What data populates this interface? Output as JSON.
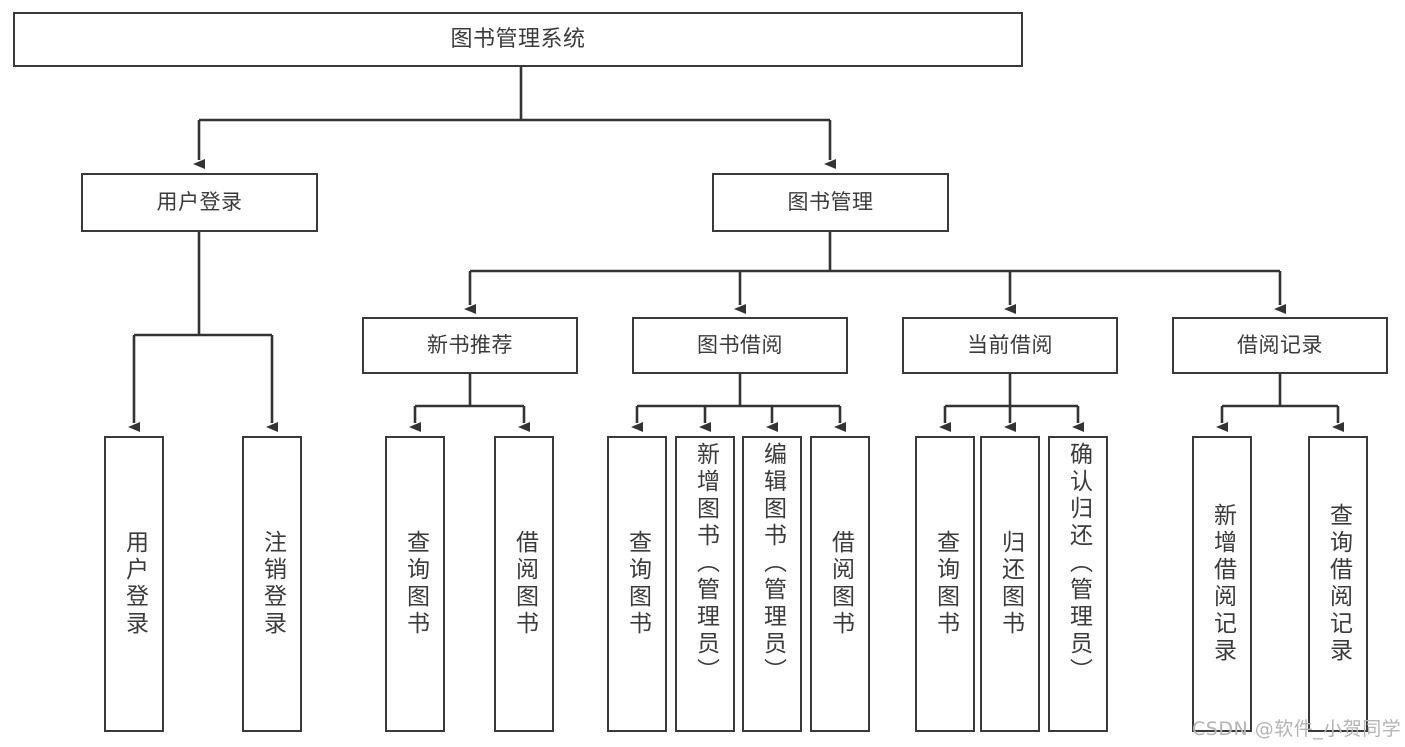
{
  "diagram": {
    "title": "图书管理系统",
    "type": "hierarchy-tree",
    "watermark": "CSDN @软件_小贺同学",
    "colors": {
      "box_border": "#3a3a3a",
      "box_fill": "#ffffff",
      "connector": "#333333",
      "text": "#3b3b3b",
      "watermark": "#b4b4b4"
    },
    "nodes": {
      "root": {
        "label": "图书管理系统"
      },
      "level2": [
        {
          "id": "user-login",
          "label": "用户登录"
        },
        {
          "id": "book-management",
          "label": "图书管理"
        }
      ],
      "level3": [
        {
          "id": "new-book-recommend",
          "label": "新书推荐"
        },
        {
          "id": "book-borrow",
          "label": "图书借阅"
        },
        {
          "id": "current-borrow",
          "label": "当前借阅"
        },
        {
          "id": "borrow-record",
          "label": "借阅记录"
        }
      ],
      "leaves": [
        {
          "id": "leaf-user-login",
          "label": "用户登录",
          "parent": "user-login"
        },
        {
          "id": "leaf-logout-login",
          "label": "注销登录",
          "parent": "user-login"
        },
        {
          "id": "leaf-query-book-1",
          "label": "查询图书",
          "parent": "new-book-recommend"
        },
        {
          "id": "leaf-borrow-book-1",
          "label": "借阅图书",
          "parent": "new-book-recommend"
        },
        {
          "id": "leaf-query-book-2",
          "label": "查询图书",
          "parent": "book-borrow"
        },
        {
          "id": "leaf-add-book",
          "label": "新增图书（管理员）",
          "parent": "book-borrow"
        },
        {
          "id": "leaf-edit-book",
          "label": "编辑图书（管理员）",
          "parent": "book-borrow"
        },
        {
          "id": "leaf-borrow-book-2",
          "label": "借阅图书",
          "parent": "book-borrow"
        },
        {
          "id": "leaf-query-book-3",
          "label": "查询图书",
          "parent": "current-borrow"
        },
        {
          "id": "leaf-return-book",
          "label": "归还图书",
          "parent": "current-borrow"
        },
        {
          "id": "leaf-confirm-return",
          "label": "确认归还（管理员）",
          "parent": "current-borrow"
        },
        {
          "id": "leaf-add-record",
          "label": "新增借阅记录",
          "parent": "borrow-record"
        },
        {
          "id": "leaf-query-record",
          "label": "查询借阅记录",
          "parent": "borrow-record"
        }
      ]
    }
  }
}
